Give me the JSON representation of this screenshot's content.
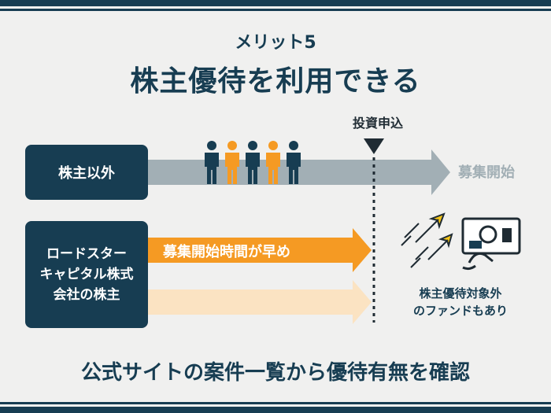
{
  "header": {
    "subtitle": "メリット5",
    "title": "株主優待を利用できる"
  },
  "rows": {
    "general": {
      "label": "株主以外",
      "end_label": "募集開始"
    },
    "shareholder": {
      "label_lines": [
        "ロードスター",
        "キャピタル株式",
        "会社の株主"
      ],
      "arrow_label": "募集開始時間が早め"
    }
  },
  "marker": {
    "label": "投資申込"
  },
  "note": {
    "lines": [
      "株主優待対象外",
      "のファンドもあり"
    ]
  },
  "footer": {
    "text": "公式サイトの案件一覧から優待有無を確認"
  },
  "colors": {
    "navy": "#173d52",
    "gray_arrow": "#a2afb5",
    "orange": "#f59a23",
    "light_orange": "#fbe3c2",
    "background": "#f0f0ef"
  },
  "icons": [
    "person-icon",
    "rocket-arrows-icon",
    "hand-card-icon"
  ]
}
